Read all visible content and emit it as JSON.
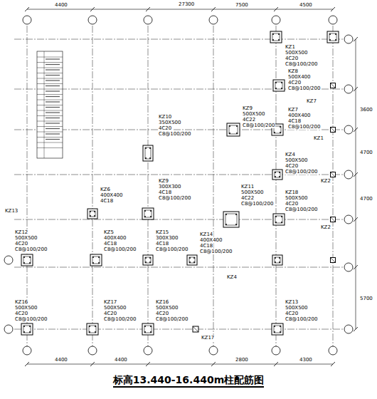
{
  "diagram": {
    "title": "标高13.440-16.440m柱配筋图",
    "labels": [
      "27300",
      "4400",
      "7500",
      "4500",
      "4400",
      "4400",
      "2800",
      "4300",
      "3600",
      "4700",
      "4700",
      "5700",
      "KZ1",
      "500X500",
      "4C20",
      "C8@100/200",
      "KZ8",
      "500X400",
      "4C20",
      "C8@100/200",
      "KZ7",
      "KZ7",
      "400X400",
      "4C18",
      "C8@100/200",
      "KZ1",
      "KZ10",
      "350X500",
      "4C20",
      "C8@100/200",
      "KZ9",
      "500X500",
      "4C22",
      "C8@100/200",
      "KZ4",
      "500X500",
      "4C20",
      "C8@100/200",
      "KZ2",
      "KZ9",
      "300X300",
      "4C18",
      "C8@100/200",
      "KZ6",
      "400X400",
      "4C18",
      "KZ11",
      "500X500",
      "4C22",
      "C8@100/200",
      "KZ18",
      "500X500",
      "4C20",
      "C8@100/200",
      "KZ2",
      "KZ13",
      "KZ12",
      "500X500",
      "4C20",
      "C8@100/200",
      "KZ5",
      "400X400",
      "4C18",
      "C8@100/200",
      "KZ15",
      "300X300",
      "4C18",
      "C8@100/200",
      "KZ14",
      "400X400",
      "4C18",
      "C8@100/200",
      "KZ4",
      "KZ16",
      "500X500",
      "4C20",
      "C8@100/200",
      "KZ17",
      "500X500",
      "4C20",
      "C8@100/200",
      "KZ16",
      "500X500",
      "4C20",
      "C8@100/200",
      "KZ17",
      "KZ13",
      "500X500",
      "4C20",
      "C8@100/200"
    ]
  }
}
